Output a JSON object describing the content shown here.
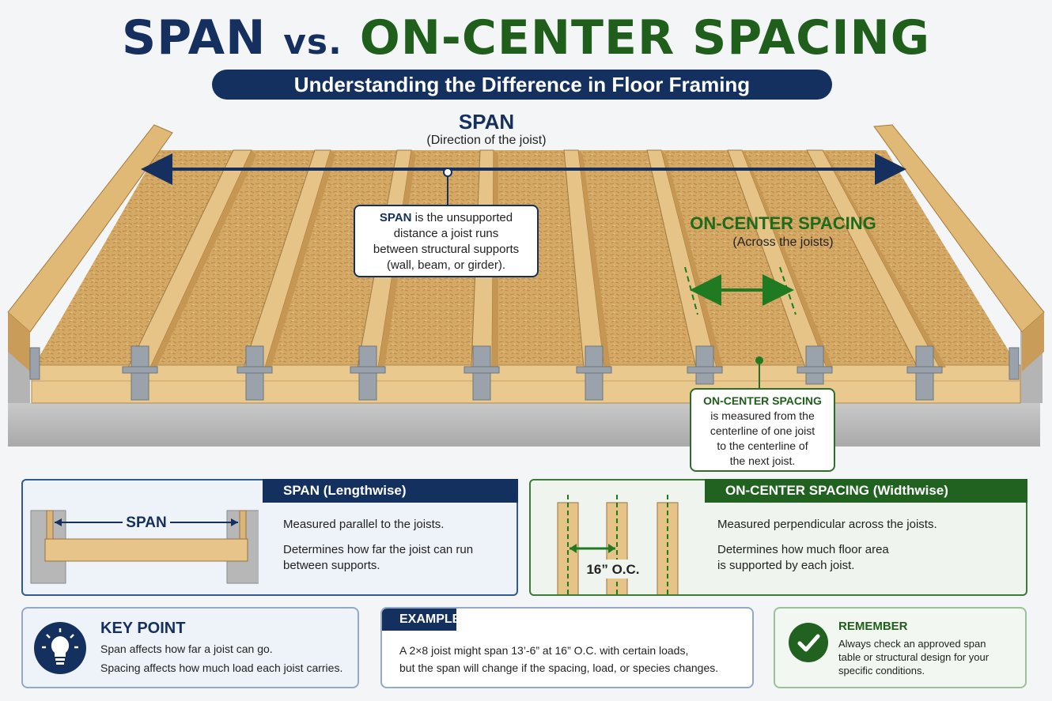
{
  "header": {
    "title_span": "SPAN",
    "title_vs": "vs.",
    "title_oc": "ON-CENTER SPACING",
    "subtitle": "Understanding the Difference in Floor Framing"
  },
  "diagram": {
    "span_label": "SPAN",
    "span_sublabel": "(Direction of the joist)",
    "span_callout_key": "SPAN",
    "span_callout_line1": " is the unsupported",
    "span_callout_line2": "distance a joist runs",
    "span_callout_line3": "between structural supports",
    "span_callout_line4": "(wall, beam, or girder).",
    "oc_label": "ON-CENTER SPACING",
    "oc_sublabel": "(Across the joists)",
    "oc_callout_key": "ON-CENTER SPACING",
    "oc_callout_line1": "is measured from the",
    "oc_callout_line2": "centerline of one joist",
    "oc_callout_line3": "to the centerline of",
    "oc_callout_line4": "the next joist."
  },
  "panel_span": {
    "tab": "SPAN (Lengthwise)",
    "diagram_label": "SPAN",
    "line1": "Measured parallel to the joists.",
    "line2a": "Determines how far the joist can run",
    "line2b": "between supports."
  },
  "panel_oc": {
    "tab": "ON-CENTER SPACING (Widthwise)",
    "diagram_label": "16” O.C.",
    "line1": "Measured perpendicular across the joists.",
    "line2a": "Determines how much floor area",
    "line2b": "is supported by each joist."
  },
  "key_point": {
    "title": "KEY POINT",
    "line1": "Span affects how far a joist can go.",
    "line2": "Spacing affects how much load each joist carries.",
    "icon": "lightbulb-icon"
  },
  "example": {
    "title": "EXAMPLE",
    "line1": "A 2×8 joist might span 13’-6” at 16” O.C. with certain loads,",
    "line2": "but the span will change if the spacing, load, or species changes."
  },
  "remember": {
    "title": "REMEMBER",
    "line1": "Always check an approved span",
    "line2": "table or structural design for your",
    "line3": "specific conditions.",
    "icon": "checkmark-icon"
  },
  "colors": {
    "navy": "#14305f",
    "green": "#226220",
    "wood": "#e3c187",
    "osb": "#d2a766",
    "concrete": "#bcbcbc"
  }
}
